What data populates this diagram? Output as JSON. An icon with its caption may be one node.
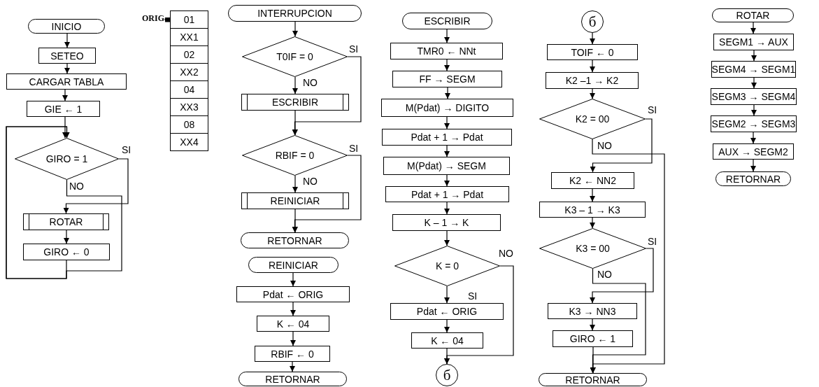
{
  "diagram": {
    "nodes": [
      {
        "text": [
          "INICIO"
        ]
      },
      {
        "text": [
          "SETEO"
        ]
      },
      {
        "text": [
          "CARGAR TABLA"
        ]
      },
      {
        "text": [
          "GIE ← 1"
        ]
      },
      {
        "text": [
          "GIRO = 1"
        ]
      },
      {
        "text": [
          "ROTAR"
        ]
      },
      {
        "text": [
          "GIRO ← 0"
        ]
      },
      {
        "text": [
          "ORIG"
        ]
      },
      {
        "text": [
          "01"
        ]
      },
      {
        "text": [
          "XX1"
        ]
      },
      {
        "text": [
          "02"
        ]
      },
      {
        "text": [
          "XX2"
        ]
      },
      {
        "text": [
          "04"
        ]
      },
      {
        "text": [
          "XX3"
        ]
      },
      {
        "text": [
          "08"
        ]
      },
      {
        "text": [
          "XX4"
        ]
      },
      {
        "text": [
          "INTERRUPCION"
        ]
      },
      {
        "text": [
          "T0IF = 0"
        ]
      },
      {
        "text": [
          "ESCRIBIR"
        ]
      },
      {
        "text": [
          "RBIF = 0"
        ]
      },
      {
        "text": [
          "REINICIAR"
        ]
      },
      {
        "text": [
          "RETORNAR"
        ]
      },
      {
        "text": [
          "REINICIAR"
        ]
      },
      {
        "text": [
          "Pdat ← ORIG"
        ]
      },
      {
        "text": [
          "K ← 04"
        ]
      },
      {
        "text": [
          "RBIF ← 0"
        ]
      },
      {
        "text": [
          "RETORNAR"
        ]
      },
      {
        "text": [
          "ESCRIBIR"
        ]
      },
      {
        "text": [
          "TMR0 ← NNt"
        ]
      },
      {
        "text": [
          "FF → SEGM"
        ]
      },
      {
        "text": [
          "M(Pdat) → DIGITO"
        ]
      },
      {
        "text": [
          "Pdat + 1 → Pdat"
        ]
      },
      {
        "text": [
          "M(Pdat) → SEGM"
        ]
      },
      {
        "text": [
          "Pdat + 1 → Pdat"
        ]
      },
      {
        "text": [
          "K – 1 → K"
        ]
      },
      {
        "text": [
          "K = 0"
        ]
      },
      {
        "text": [
          "Pdat ← ORIG"
        ]
      },
      {
        "text": [
          "K ← 04"
        ]
      },
      {
        "text": [
          "б"
        ]
      },
      {
        "text": [
          "б"
        ]
      },
      {
        "text": [
          "TOIF ← 0"
        ]
      },
      {
        "text": [
          "K2 –1 → K2"
        ]
      },
      {
        "text": [
          "K2 = 00"
        ]
      },
      {
        "text": [
          "K2 ← NN2"
        ]
      },
      {
        "text": [
          "K3 – 1 → K3"
        ]
      },
      {
        "text": [
          "K3 = 00"
        ]
      },
      {
        "text": [
          "K3 → NN3"
        ]
      },
      {
        "text": [
          "GIRO ← 1"
        ]
      },
      {
        "text": [
          "RETORNAR"
        ]
      },
      {
        "text": [
          "ROTAR"
        ]
      },
      {
        "text": [
          "SEGM1 → AUX"
        ]
      },
      {
        "text": [
          "SEGM4 → SEGM1"
        ]
      },
      {
        "text": [
          "SEGM3 → SEGM4"
        ]
      },
      {
        "text": [
          "SEGM2 → SEGM3"
        ]
      },
      {
        "text": [
          "AUX → SEGM2"
        ]
      },
      {
        "text": [
          "RETORNAR"
        ]
      }
    ],
    "edges": [
      {
        "from": 0,
        "to": 1,
        "arrow": "to"
      },
      {
        "from": 1,
        "to": 2,
        "arrow": "to"
      },
      {
        "from": 2,
        "to": 3,
        "arrow": "to"
      },
      {
        "from": 3,
        "to": 4,
        "arrow": "to"
      },
      {
        "from": 6,
        "to": 4,
        "arrow": "to"
      },
      {
        "from": 4,
        "to": 5,
        "arrow": "to",
        "label": "SI"
      },
      {
        "from": 4,
        "to": 4,
        "arrow": "to",
        "label": "NO"
      },
      {
        "from": 5,
        "to": 6,
        "arrow": "to"
      },
      {
        "from": 7,
        "to": 8,
        "arrow": "other"
      },
      {
        "from": 16,
        "to": 17,
        "arrow": "to"
      },
      {
        "from": 17,
        "to": 18,
        "arrow": "to",
        "label": "NO"
      },
      {
        "from": 17,
        "to": 19,
        "arrow": "to",
        "label": "SI"
      },
      {
        "from": 18,
        "to": 19,
        "arrow": "to"
      },
      {
        "from": 19,
        "to": 20,
        "arrow": "to",
        "label": "NO"
      },
      {
        "from": 19,
        "to": 21,
        "arrow": "to",
        "label": "SI"
      },
      {
        "from": 20,
        "to": 21,
        "arrow": "to"
      },
      {
        "from": 22,
        "to": 23,
        "arrow": "to"
      },
      {
        "from": 23,
        "to": 24,
        "arrow": "to"
      },
      {
        "from": 24,
        "to": 25,
        "arrow": "to"
      },
      {
        "from": 25,
        "to": 26,
        "arrow": "to"
      },
      {
        "from": 27,
        "to": 28,
        "arrow": "to"
      },
      {
        "from": 28,
        "to": 29,
        "arrow": "to"
      },
      {
        "from": 29,
        "to": 30,
        "arrow": "to"
      },
      {
        "from": 30,
        "to": 31,
        "arrow": "to"
      },
      {
        "from": 31,
        "to": 32,
        "arrow": "to"
      },
      {
        "from": 32,
        "to": 33,
        "arrow": "to"
      },
      {
        "from": 33,
        "to": 34,
        "arrow": "to"
      },
      {
        "from": 34,
        "to": 35,
        "arrow": "to"
      },
      {
        "from": 35,
        "to": 36,
        "arrow": "to",
        "label": "SI"
      },
      {
        "from": 35,
        "to": 38,
        "arrow": "to",
        "label": "NO"
      },
      {
        "from": 36,
        "to": 37,
        "arrow": "to"
      },
      {
        "from": 37,
        "to": 38,
        "arrow": "to"
      },
      {
        "from": 39,
        "to": 40,
        "arrow": "to"
      },
      {
        "from": 40,
        "to": 41,
        "arrow": "to"
      },
      {
        "from": 41,
        "to": 42,
        "arrow": "to"
      },
      {
        "from": 42,
        "to": 43,
        "arrow": "to",
        "label": "SI"
      },
      {
        "from": 42,
        "to": 48,
        "arrow": "to",
        "label": "NO"
      },
      {
        "from": 43,
        "to": 44,
        "arrow": "to"
      },
      {
        "from": 44,
        "to": 45,
        "arrow": "to"
      },
      {
        "from": 45,
        "to": 46,
        "arrow": "to",
        "label": "SI"
      },
      {
        "from": 45,
        "to": 48,
        "arrow": "to",
        "label": "NO"
      },
      {
        "from": 46,
        "to": 47,
        "arrow": "to"
      },
      {
        "from": 47,
        "to": 48,
        "arrow": "to"
      },
      {
        "from": 49,
        "to": 50,
        "arrow": "to"
      },
      {
        "from": 50,
        "to": 51,
        "arrow": "to"
      },
      {
        "from": 51,
        "to": 52,
        "arrow": "to"
      },
      {
        "from": 52,
        "to": 53,
        "arrow": "to"
      },
      {
        "from": 53,
        "to": 54,
        "arrow": "to"
      },
      {
        "from": 54,
        "to": 55,
        "arrow": "to"
      }
    ]
  }
}
